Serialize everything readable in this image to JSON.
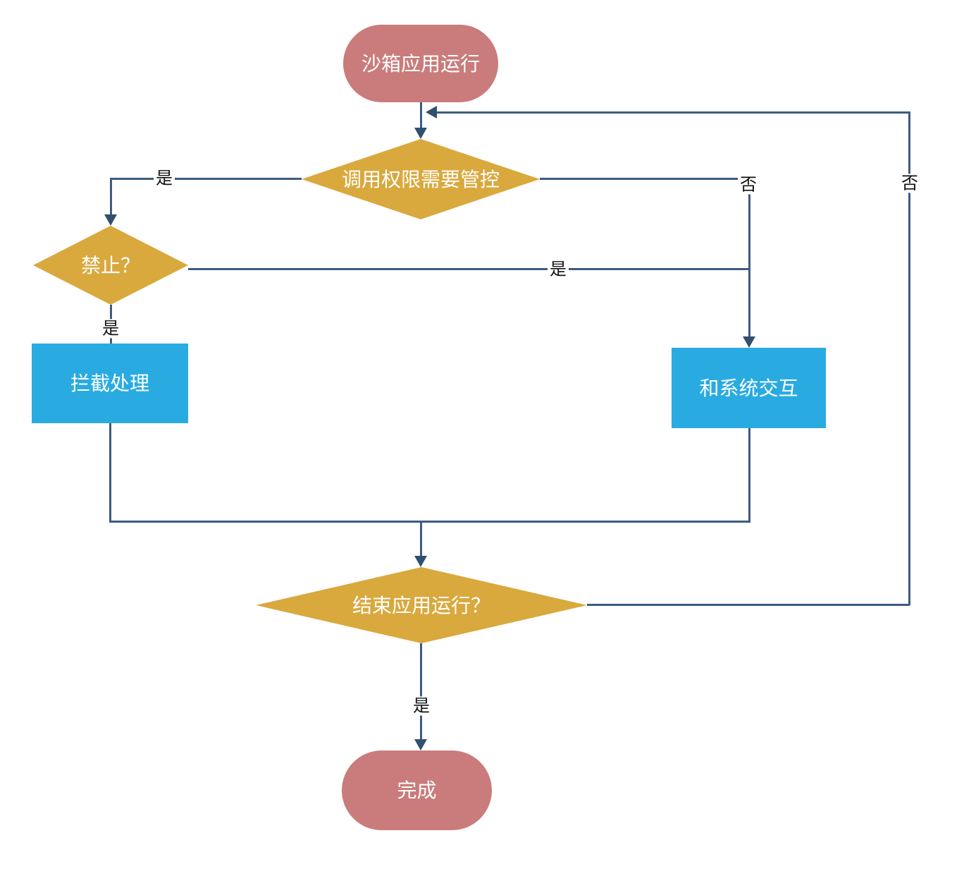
{
  "nodes": {
    "start": {
      "label": "沙箱应用运行",
      "type": "terminal"
    },
    "perm_check": {
      "label": "调用权限需要管控",
      "type": "decision"
    },
    "forbid_check": {
      "label": "禁止？",
      "type": "decision"
    },
    "intercept": {
      "label": "拦截处理",
      "type": "process"
    },
    "interact": {
      "label": "和系统交互",
      "type": "process"
    },
    "end_check": {
      "label": "结束应用运行？",
      "type": "decision"
    },
    "done": {
      "label": "完成",
      "type": "terminal"
    }
  },
  "edge_labels": {
    "perm_to_forbid": "是",
    "perm_to_interact": "否",
    "forbid_to_intercept": "是",
    "forbid_to_interact": "是",
    "end_to_top": "否",
    "end_to_done": "是"
  },
  "colors": {
    "terminal": "#C97C7B",
    "decision": "#D9A93E",
    "process": "#29ABE2",
    "line": "#3D5C80",
    "arrow": "#30506F",
    "node_text": "#FFFFFF",
    "edge_text": "#111111",
    "background": "#FFFFFF"
  }
}
